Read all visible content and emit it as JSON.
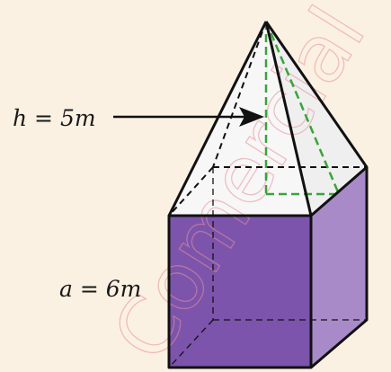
{
  "labels": {
    "height": "h = 5m",
    "edge": "a = 6m"
  },
  "watermark": {
    "text": "Comercial"
  },
  "colors": {
    "background": "#fbf1e2",
    "cube_front": "#7c54ac",
    "cube_side": "#a98ac9",
    "pyramid_face": "#ffffff",
    "pyramid_shade": "#f2f2f2",
    "height_line": "#3aa33a",
    "edge_stroke": "#111111",
    "watermark": "#e88f9a"
  }
}
